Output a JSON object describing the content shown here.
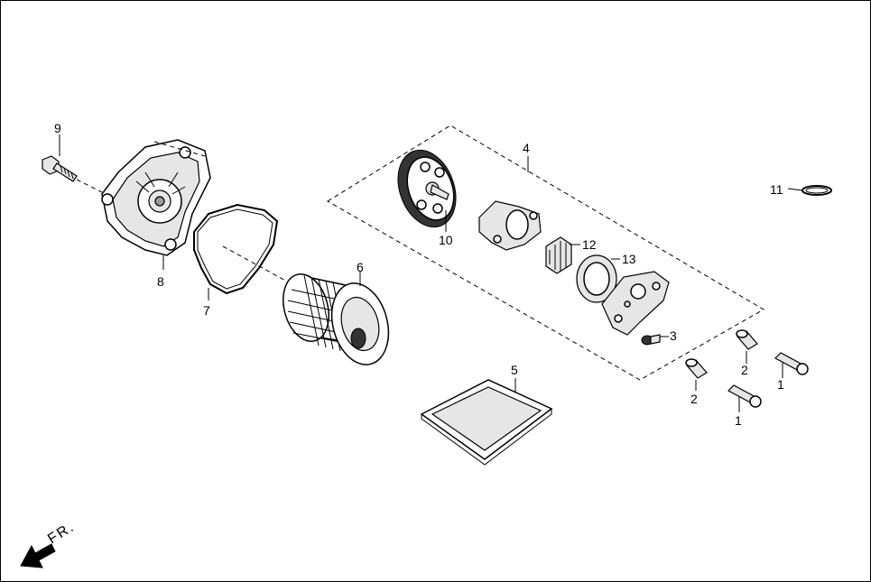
{
  "diagram": {
    "labels": {
      "p1a": "1",
      "p1b": "1",
      "p2a": "2",
      "p2b": "2",
      "p3": "3",
      "p4": "4",
      "p5": "5",
      "p6": "6",
      "p7": "7",
      "p8": "8",
      "p9": "9",
      "p10": "10",
      "p11": "11",
      "p12": "12",
      "p13": "13"
    },
    "direction_label": "FR."
  }
}
